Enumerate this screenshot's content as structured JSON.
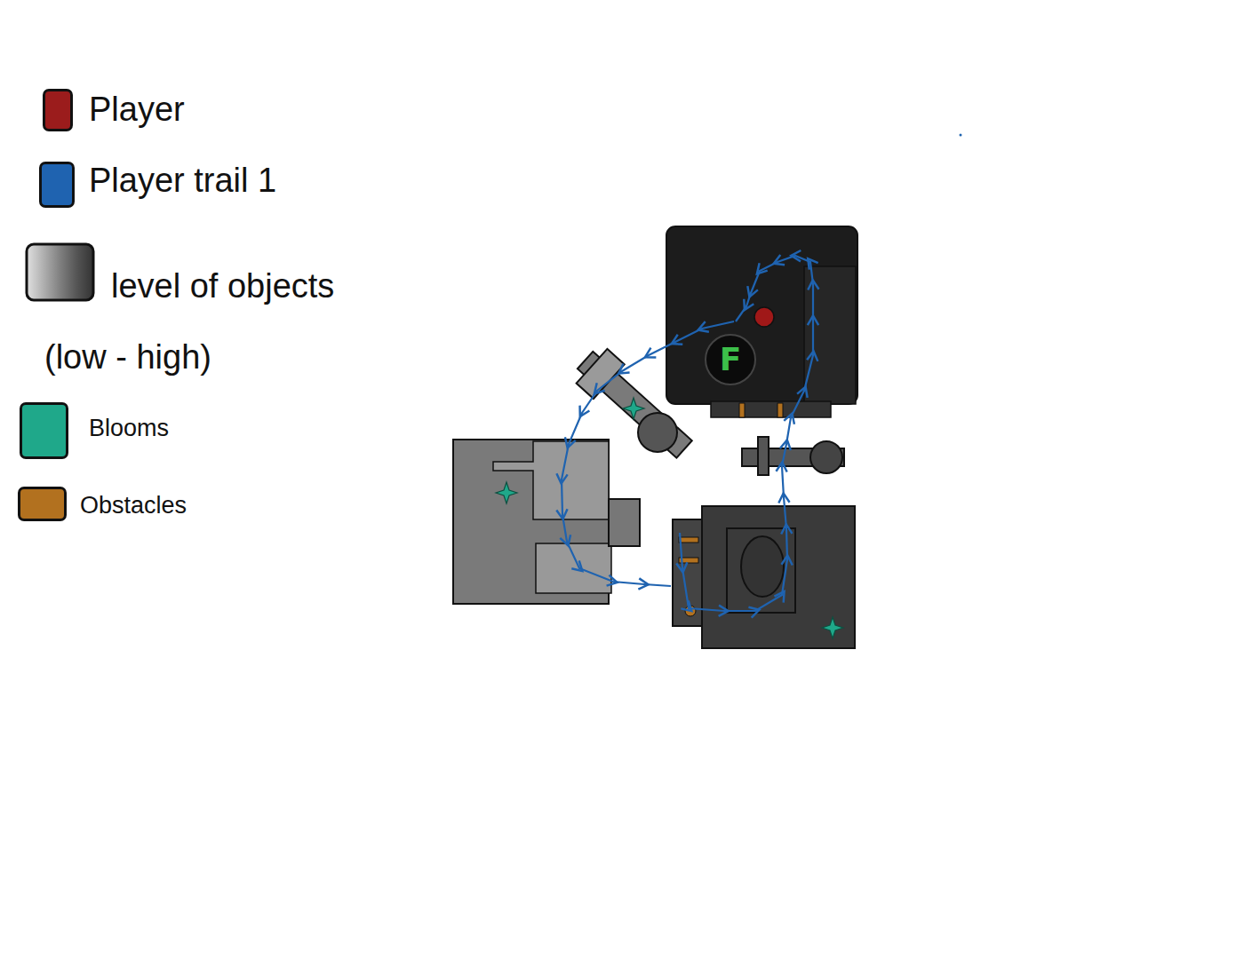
{
  "diagram": {
    "nodes": [
      {
        "text": [
          "F"
        ]
      }
    ],
    "legend": [
      {
        "text": "Player",
        "color": "#9b1c1c"
      },
      {
        "text": "Player trail 1",
        "color": "#1f63b0"
      },
      {
        "text": "level of objects (low - high)"
      },
      {
        "text": "Blooms",
        "color": "#1fa88a"
      },
      {
        "text": "Obstacles",
        "color": "#b2711f"
      }
    ]
  }
}
